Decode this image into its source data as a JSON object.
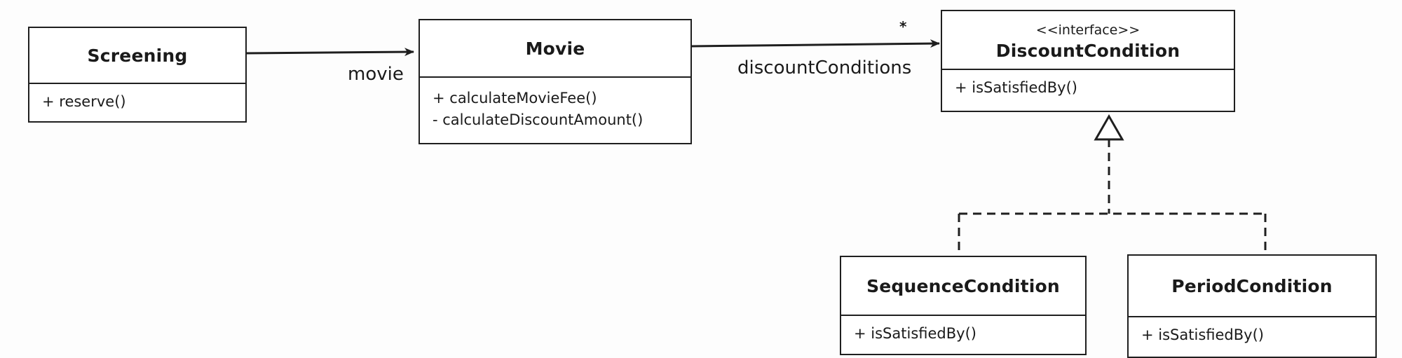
{
  "diagram": {
    "classes": {
      "screening": {
        "name": "Screening",
        "operations": [
          "+ reserve()"
        ]
      },
      "movie": {
        "name": "Movie",
        "operations": [
          "+ calculateMovieFee()",
          "- calculateDiscountAmount()"
        ]
      },
      "discount_condition": {
        "stereotype": "<<interface>>",
        "name": "DiscountCondition",
        "operations": [
          "+ isSatisfiedBy()"
        ]
      },
      "sequence_condition": {
        "name": "SequenceCondition",
        "operations": [
          "+ isSatisfiedBy()"
        ]
      },
      "period_condition": {
        "name": "PeriodCondition",
        "operations": [
          "+ isSatisfiedBy()"
        ]
      }
    },
    "associations": {
      "screening_movie": {
        "role": "movie"
      },
      "movie_conditions": {
        "role": "discountConditions",
        "multiplicity": "*"
      }
    }
  }
}
